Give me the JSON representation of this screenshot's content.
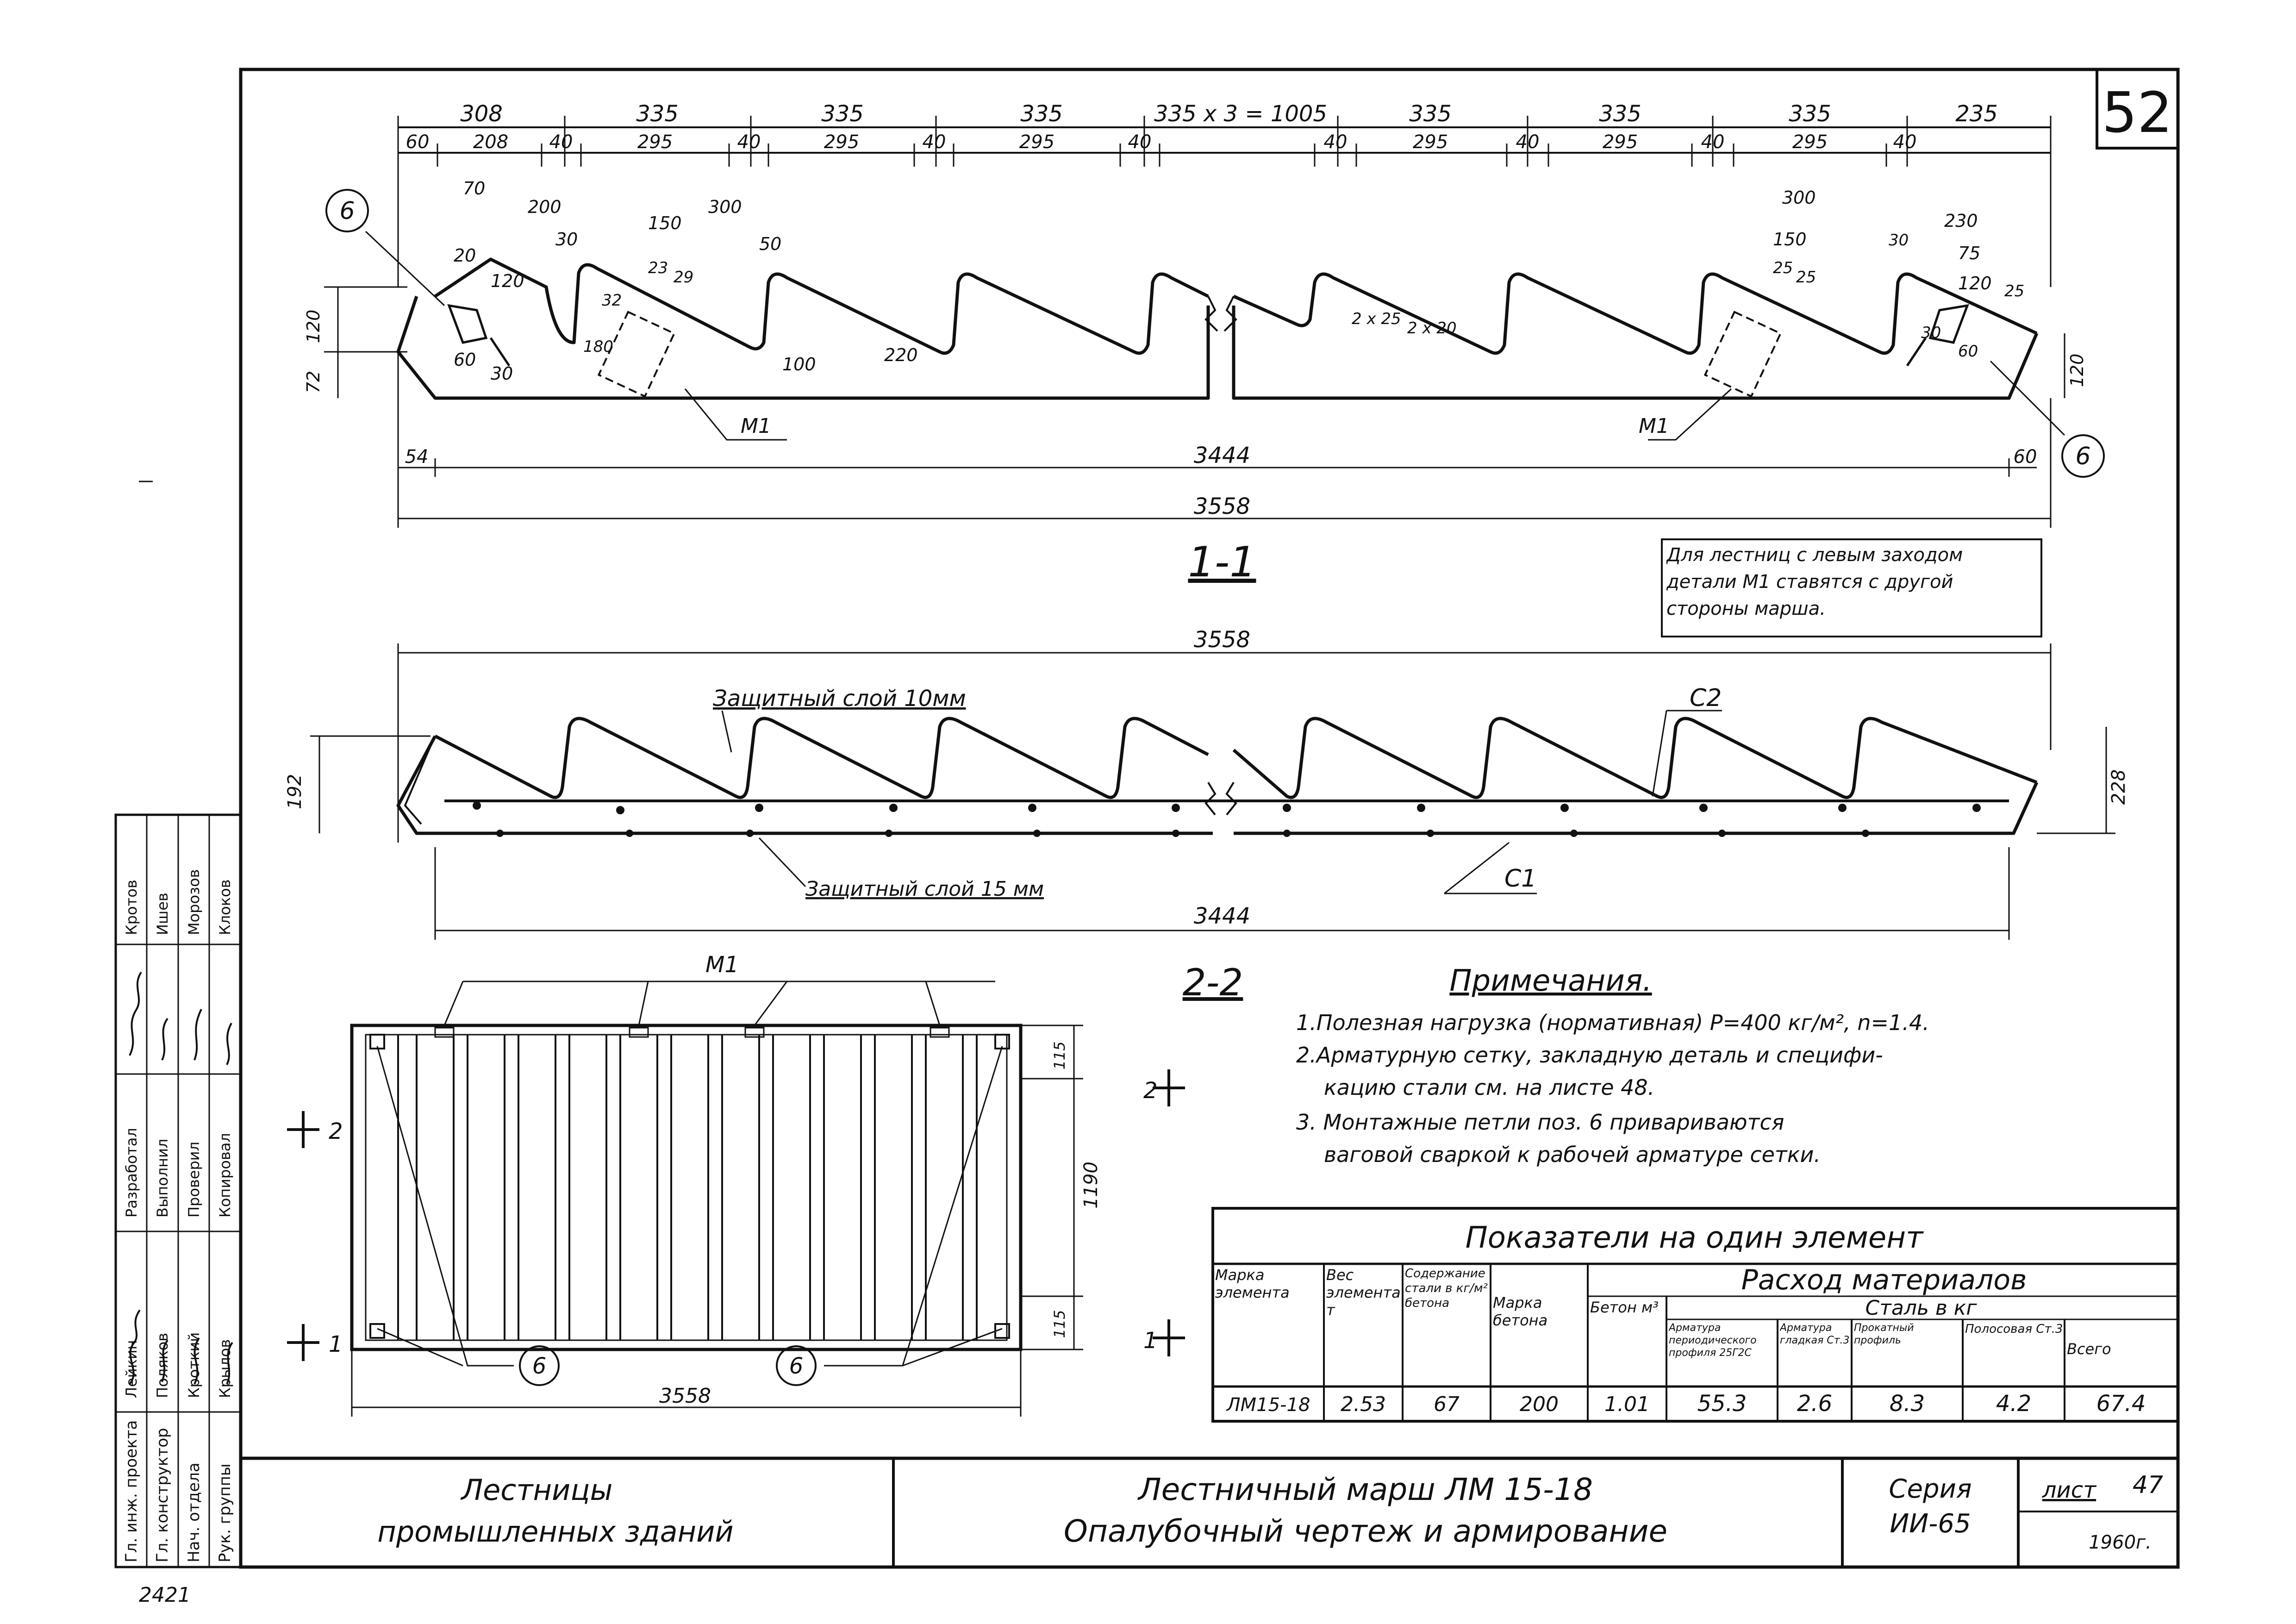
{
  "sheet": {
    "number": "52",
    "corner_note": "2421"
  },
  "section_1_1": {
    "label": "1-1",
    "top_dims": [
      "308",
      "335",
      "335",
      "335",
      "335 x 3 = 1005",
      "335",
      "335",
      "335",
      "235"
    ],
    "second_dims": [
      "60",
      "208",
      "40",
      "295",
      "40",
      "295",
      "40",
      "295",
      "40",
      "40",
      "295",
      "40",
      "295",
      "40",
      "295",
      "40"
    ],
    "detail_dims": [
      "70",
      "200",
      "30",
      "150",
      "300",
      "50",
      "20",
      "120",
      "23",
      "29",
      "60",
      "30",
      "32",
      "180",
      "100",
      "220",
      "2 x 25",
      "2 x 20",
      "25",
      "25",
      "300",
      "150",
      "30",
      "230",
      "75",
      "120",
      "25",
      "30",
      "60"
    ],
    "left_height_dims": [
      "120",
      "72"
    ],
    "right_height_dim": "120",
    "overall_inner": "3444",
    "overall_outer": "3558",
    "end_left": "54",
    "end_right": "60",
    "callout_pos": "6",
    "part_label": "M1"
  },
  "note_box": "Для лестниц с левым заходом детали М1 ставятся с другой стороны марша.",
  "reinforcement": {
    "length_top": "3558",
    "length_bottom": "3444",
    "cover_top": "Защитный слой 10мм",
    "cover_bottom": "Защитный слой 15 мм",
    "mesh_top": "С2",
    "mesh_bottom": "С1",
    "height_left": "192",
    "height_right": "228"
  },
  "section_2_2": {
    "label": "2-2",
    "part_label": "М1",
    "callout_pos": "6",
    "width": "3558",
    "height": "1190",
    "edge_dims": [
      "115",
      "115"
    ],
    "cut_marks": [
      "1",
      "2"
    ]
  },
  "notes": {
    "title": "Примечания.",
    "items": [
      "1.Полезная нагрузка (нормативная) P=400 кг/м², n=1.4.",
      "2.Арматурную сетку, закладную деталь и специфи-",
      "кацию стали см. на листе 48.",
      "3. Монтажные петли поз. 6 привариваются",
      "ваговой сваркой к рабочей арматуре сетки."
    ]
  },
  "indicator_table": {
    "title": "Показатели на один элемент",
    "consumption_header": "Расход материалов",
    "steel_header": "Сталь в кг",
    "columns": [
      "Марка элемента",
      "Вес элемента т",
      "Содержание стали в кг/м² бетона",
      "Марка бетона",
      "Бетон м³",
      "Арматура периодического профиля 25Г2С",
      "Арматура гладкая Ст.3",
      "Прокатный профиль",
      "Полосовая Ст.3",
      "Всего"
    ],
    "row": [
      "ЛМ15-18",
      "2.53",
      "67",
      "200",
      "1.01",
      "55.3",
      "2.6",
      "8.3",
      "4.2",
      "67.4"
    ]
  },
  "stamp": {
    "left_title": [
      "Лестницы",
      "промышленных зданий"
    ],
    "center_title": [
      "Лестничный марш ЛМ 15-18",
      "Опалубочный чертеж и армирование"
    ],
    "series_label": "Серия",
    "series": "ИИ-65",
    "sheet_label": "лист",
    "sheet_no": "47",
    "year": "1960г."
  },
  "signatures": {
    "roles": [
      "Гл. инж. проекта",
      "Гл. конструктор",
      "Нач. отдела",
      "Рук. группы"
    ],
    "col_a": [
      "Кротов",
      "Ишев",
      "Морозов",
      "Клоков"
    ],
    "col_b": [
      "Лейкин",
      "Поляков",
      "Кроткий",
      "Крылов"
    ],
    "col_c": [
      "Разработал",
      "Выполнил",
      "Проверил",
      "Копировал"
    ]
  }
}
